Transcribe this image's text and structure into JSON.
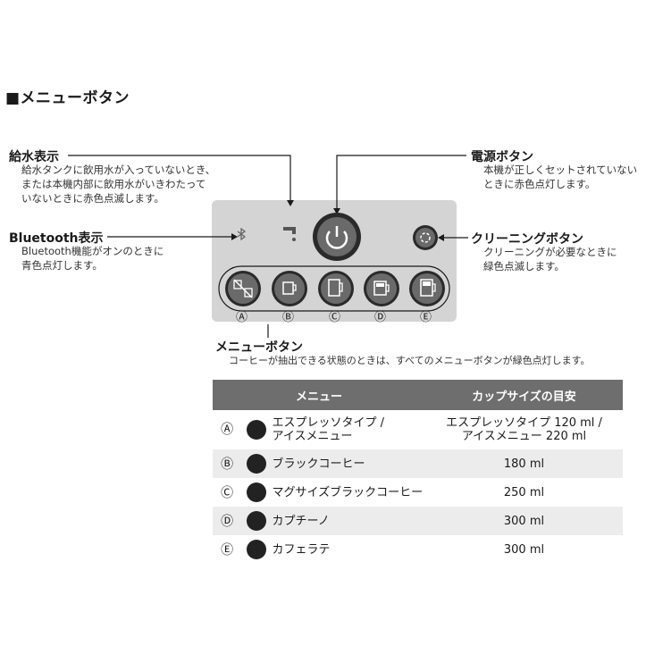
{
  "section_title": "■メニューボタン",
  "water": {
    "label": "給水表示",
    "desc": [
      "給水タンクに飲用水が入っていないとき、",
      "または本機内部に飲用水がいきわたって",
      "いないときに赤色点滅します。"
    ]
  },
  "bluetooth": {
    "label": "Bluetooth表示",
    "desc": [
      "Bluetooth機能がオンのときに",
      "青色点灯します。"
    ]
  },
  "power": {
    "label": "電源ボタン",
    "desc": [
      "本機が正しくセットされていない",
      "ときに赤色点灯します。"
    ]
  },
  "cleaning": {
    "label": "クリーニングボタン",
    "desc": [
      "クリーニングが必要なときに",
      "緑色点滅します。"
    ]
  },
  "menu": {
    "label": "メニューボタン",
    "desc": "コーヒーが抽出できる状態のときは、すべてのメニューボタンが緑色点灯します。",
    "markers": [
      "Ⓐ",
      "Ⓑ",
      "Ⓒ",
      "Ⓓ",
      "Ⓔ"
    ]
  },
  "table": {
    "headers": [
      "メニュー",
      "カップサイズの目安"
    ],
    "rows": [
      {
        "mark": "Ⓐ",
        "icon": "espresso-iced-icon",
        "name": [
          "エスプレッソタイプ /",
          "アイスメニュー"
        ],
        "size": [
          "エスプレッソタイプ 120 ml /",
          "アイスメニュー 220 ml"
        ]
      },
      {
        "mark": "Ⓑ",
        "icon": "cup-icon",
        "name": [
          "ブラックコーヒー"
        ],
        "size": [
          "180 ml"
        ]
      },
      {
        "mark": "Ⓒ",
        "icon": "mug-icon",
        "name": [
          "マグサイズブラックコーヒー"
        ],
        "size": [
          "250 ml"
        ]
      },
      {
        "mark": "Ⓓ",
        "icon": "cappuccino-icon",
        "name": [
          "カプチーノ"
        ],
        "size": [
          "300 ml"
        ]
      },
      {
        "mark": "Ⓔ",
        "icon": "cafe-latte-icon",
        "name": [
          "カフェラテ"
        ],
        "size": [
          "300 ml"
        ]
      }
    ]
  }
}
